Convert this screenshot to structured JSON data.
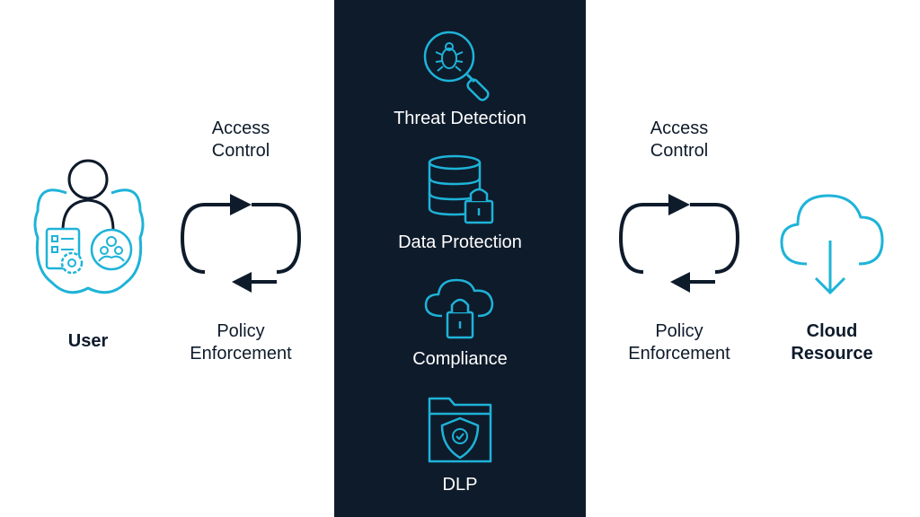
{
  "colors": {
    "accent": "#1eb3d8",
    "dark": "#0e1b2b",
    "panel": "#0e1b2b",
    "white": "#ffffff"
  },
  "left": {
    "entity": {
      "label": "User",
      "icon": "user-group-icon"
    },
    "top_label": [
      "Access",
      "Control"
    ],
    "bottom_label": [
      "Policy",
      "Enforcement"
    ],
    "cycle_icon": "cycle-arrows-icon"
  },
  "center": {
    "items": [
      {
        "label": "Threat Detection",
        "icon": "bug-magnifier-icon"
      },
      {
        "label": "Data Protection",
        "icon": "database-lock-icon"
      },
      {
        "label": "Compliance",
        "icon": "cloud-lock-icon"
      },
      {
        "label": "DLP",
        "icon": "folder-shield-icon"
      }
    ]
  },
  "right": {
    "top_label": [
      "Access",
      "Control"
    ],
    "bottom_label": [
      "Policy",
      "Enforcement"
    ],
    "cycle_icon": "cycle-arrows-icon",
    "entity": {
      "label_lines": [
        "Cloud",
        "Resource"
      ],
      "icon": "cloud-download-icon"
    }
  }
}
